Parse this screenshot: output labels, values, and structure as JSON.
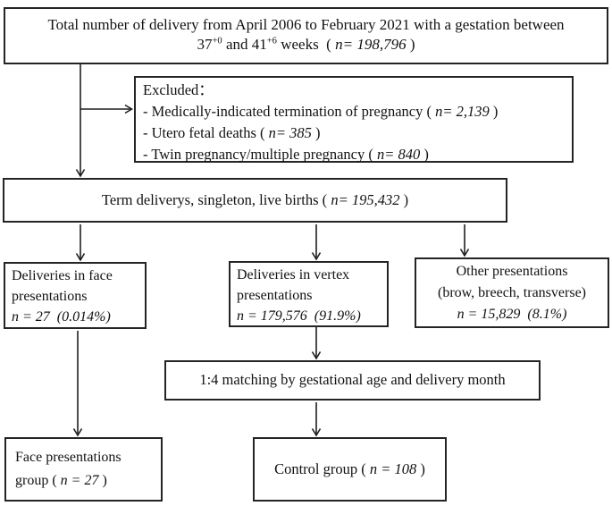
{
  "figure": {
    "background_color": "#ffffff",
    "line_color": "#1f1f1f",
    "text_color": "#121212"
  },
  "boxes": {
    "total": {
      "line1": "Total number of delivery from April 2006 to February 2021 with a gestation between",
      "line2": {
        "ga1": "37",
        "sup1": "+0",
        "mid": " and 41",
        "sup2": "+6",
        "tail": " weeks  ( ",
        "n": "n= 198,796",
        "close": " )"
      }
    },
    "excluded": {
      "title": "Excluded：",
      "items": [
        {
          "text": "- Medically-indicated termination of pregnancy ( ",
          "n": "n= 2,139",
          "close": " )"
        },
        {
          "text": "- Utero fetal deaths ( ",
          "n": "n= 385",
          "close": " )"
        },
        {
          "text": "- Twin pregnancy/multiple pregnancy ( ",
          "n": "n= 840",
          "close": " )"
        }
      ]
    },
    "term": {
      "pre": "Term deliverys, singleton, live births ( ",
      "n": "n= 195,432",
      "close": " )"
    },
    "face": {
      "line1": "Deliveries in face",
      "line2": "presentations",
      "stats": "n = 27  (0.014%)"
    },
    "vertex": {
      "line1": "Deliveries in vertex",
      "line2": "presentations",
      "stats": "n = 179,576  (91.9%)"
    },
    "other": {
      "line1": "Other presentations",
      "line2": "(brow, breech, transverse)",
      "stats": "n = 15,829  (8.1%)"
    },
    "matching": {
      "label": "1:4 matching by gestational age and delivery month"
    },
    "face_group": {
      "line1": "Face presentations",
      "line2_pre": "group ( ",
      "n": "n = 27",
      "close": " )"
    },
    "control": {
      "pre": "Control group ( ",
      "n": "n = 108",
      "close": " )"
    }
  }
}
